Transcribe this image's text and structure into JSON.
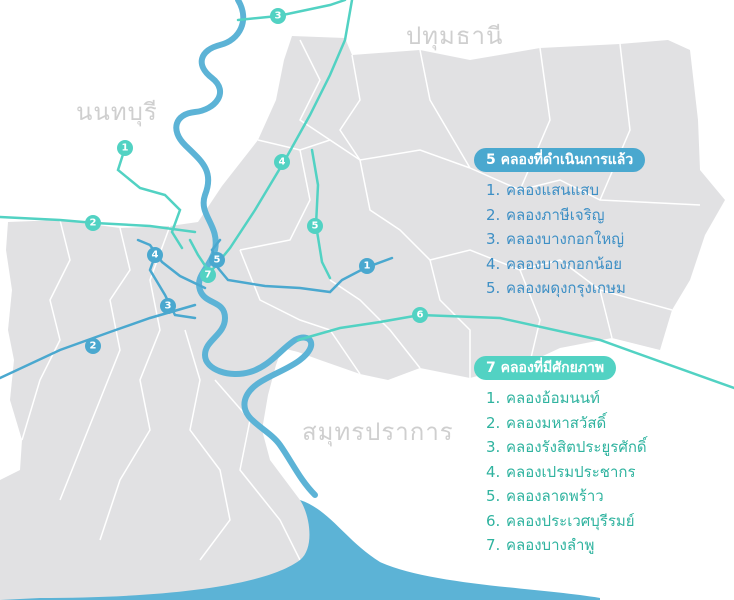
{
  "colors": {
    "land": "#e1e1e3",
    "river": "#5cb3d6",
    "operated_canal": "#4aa8cf",
    "potential_canal": "#52d2c3",
    "region_text": "#cfcfcf",
    "operated_list_text": "#3d8fc5",
    "potential_list_text": "#2fb39f"
  },
  "regions": {
    "pathum_thani": "ปทุมธานี",
    "nonthaburi": "นนทบุรี",
    "samut_prakan": "สมุทรปราการ"
  },
  "operated": {
    "title": "5 คลองที่ดำเนินการแล้ว",
    "items": [
      {
        "num": "1.",
        "name": "คลองแสนแสบ"
      },
      {
        "num": "2.",
        "name": "คลองภาษีเจริญ"
      },
      {
        "num": "3.",
        "name": "คลองบางกอกใหญ่"
      },
      {
        "num": "4.",
        "name": "คลองบางกอกน้อย"
      },
      {
        "num": "5.",
        "name": "คลองผดุงกรุงเกษม"
      }
    ]
  },
  "potential": {
    "title": "7 คลองที่มีศักยภาพ",
    "items": [
      {
        "num": "1.",
        "name": "คลองอ้อมนนท์"
      },
      {
        "num": "2.",
        "name": "คลองมหาสวัสดิ์"
      },
      {
        "num": "3.",
        "name": "คลองรังสิตประยูรศักดิ์"
      },
      {
        "num": "4.",
        "name": "คลองเปรมประชากร"
      },
      {
        "num": "5.",
        "name": "คลองลาดพร้าว"
      },
      {
        "num": "6.",
        "name": "คลองประเวศบุรีรมย์"
      },
      {
        "num": "7.",
        "name": "คลองบางลำพู"
      }
    ]
  },
  "markers": {
    "operated": [
      "1",
      "2",
      "3",
      "4",
      "5"
    ],
    "potential": [
      "1",
      "2",
      "3",
      "4",
      "5",
      "6",
      "7"
    ]
  }
}
